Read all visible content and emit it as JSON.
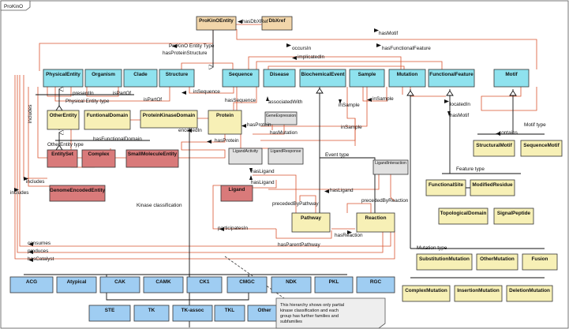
{
  "frame": {
    "label": "ProKinO"
  },
  "colors": {
    "cyan": "#8fe2ee",
    "yellow": "#f7f0b6",
    "red": "#d97a7a",
    "blue": "#9fcdf2",
    "gray": "#e1e1e1",
    "tan": "#f2d6aa",
    "edge": "#d9532f"
  },
  "boxes": {
    "prokinoentity": "ProKinOEntity",
    "dbxref": "DbXref",
    "physicalentity": "PhysicalEntity",
    "organism": "Organism",
    "clade": "Clade",
    "structure": "Structure",
    "sequence": "Sequence",
    "disease": "Disease",
    "biochemicalevent": "BiochemicalEvent",
    "sample": "Sample",
    "mutation": "Mutation",
    "functionalfeature": "FunctionalFeature",
    "motif": "Motif",
    "otherentity": "OtherEntity",
    "funtionaldomain": "FuntionalDomain",
    "proteinkinasedomain": "ProteinKinaseDomain",
    "protein": "Protein",
    "geneexpression": "GeneExpression",
    "entityset": "EntitySet",
    "complex": "Complex",
    "smallmoleculeentity": "SmallMoleculeEntity",
    "genomeencodedentity": "GenomeEncodedEntity",
    "ligandactivity": "LigandActivity",
    "ligandresponse": "LigandResponse",
    "ligandinteraction": "LigandInteraction",
    "ligand": "Ligand",
    "pathway": "Pathway",
    "reaction": "Reaction",
    "structuralmotif": "StructuralMotif",
    "sequencemotif": "SequenceMotif",
    "functionalsite": "FunctionalSite",
    "modifiedresidue": "ModifiedResidue",
    "topologicaldomain": "TopologicalDomain",
    "signalpeptide": "SignalPeptide",
    "substitutionmutation": "SubstitutionMutation",
    "othermutation": "OtherMutation",
    "fusion": "Fusion",
    "complexmutation": "ComplexMutation",
    "insertionmutation": "InsertionMutation",
    "deletionmutation": "DeletionMutation",
    "acg": "ACG",
    "atypical": "Atypical",
    "cak": "CAK",
    "camk": "CAMK",
    "ck1": "CK1",
    "cmgc": "CMGC",
    "ndk": "NDK",
    "pkl": "PKL",
    "rgc": "RGC",
    "ste": "STE",
    "tk": "TK",
    "tkassoc": "TK-assoc",
    "tkl": "TKL",
    "other": "Other"
  },
  "labels": {
    "hasdbxref": "hasDbXRef",
    "hasmotif_top": "hasMotif",
    "prokinoentitytype": "ProKinO Entity Type",
    "hasproteinstructure": "hasProteinStructure",
    "occursin": "occursIn",
    "hasfunctionalfeature": "hasFunctionalFeature",
    "implicatedin": "implicatedIn",
    "presentin": "presentIn",
    "ispartof1": "isPartOf",
    "ispartof2": "isPartOf",
    "insequence": "inSequence",
    "hassequence": "hasSequence",
    "associatedwith": "associatedWith",
    "insample1": "inSample",
    "insample2": "inSample",
    "insample3": "inSample",
    "locatedin": "locatedIn",
    "hasmotif_right": "hasMotif",
    "physicalentitytype": "Physical Entity type",
    "includes1": "includes",
    "includes2": "includes",
    "includes3": "includes",
    "encodedin": "encodedIn",
    "hasprotein1": "hasProtein",
    "hasprotein2": "hasProtein",
    "hasmutation": "hasMutation",
    "hasfunctionaldomain": "hasFunctionalDomain",
    "otherentitytype": "OtherEntity type",
    "eventtype": "Event type",
    "motiftype": "Motif type",
    "contains": "contains",
    "featuretype": "Feature type",
    "hasligand1": "hasLigand",
    "hasligand2": "hasLigand",
    "hasligand3": "hasLigand",
    "precededbyreaction": "precededByReaction",
    "precededbypathway": "precededByPathway",
    "kinaseclassification": "Kinase classification",
    "participatesin": "participatesIn",
    "hasreaction": "hasReaction",
    "hasparentpathway": "hasParentPathway",
    "consumes": "consumes",
    "produces": "produces",
    "hascatalyst": "hasCatalyst",
    "mutationtype": "Mutation type"
  },
  "note": {
    "line1": "This hierarchy shows only partial",
    "line2": "kinase classification and each",
    "line3": "group has further families and",
    "line4": "subfamilies"
  }
}
